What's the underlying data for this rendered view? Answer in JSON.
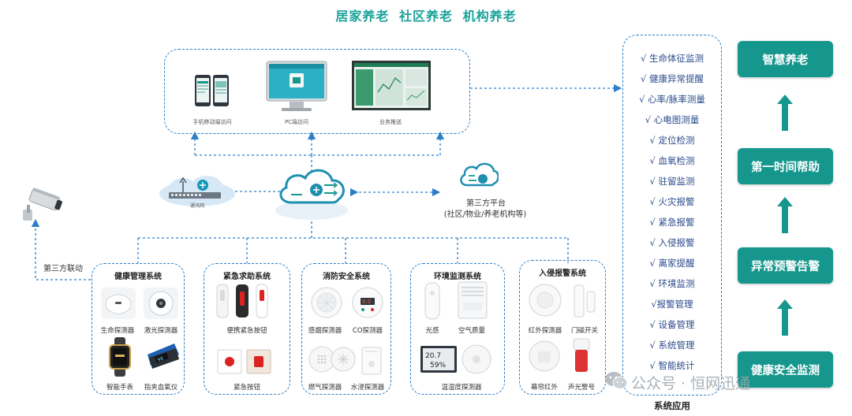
{
  "header": {
    "title": "居家养老  社区养老  机构养老"
  },
  "access": {
    "mobile": "手机移动端访问",
    "pc": "PC端访问",
    "business": "业务推送"
  },
  "network": {
    "switch_caption": "通讯网"
  },
  "third_party": {
    "platform": "第三方平台",
    "platform_sub": "(社区/物业/养老机构等)",
    "linkage": "第三方联动"
  },
  "systems": [
    {
      "title": "健康管理系统",
      "devices": [
        "生命探测器",
        "激光探测器",
        "智能手表",
        "指夹血氧仪"
      ]
    },
    {
      "title": "紧急求助系统",
      "devices": [
        "便携紧急按钮",
        "紧急按钮"
      ]
    },
    {
      "title": "消防安全系统",
      "devices": [
        "感烟探测器",
        "CO探测器",
        "燃气探测器",
        "水浸探测器"
      ]
    },
    {
      "title": "环境监测系统",
      "devices": [
        "光感",
        "空气质量",
        "温湿度探测器"
      ]
    },
    {
      "title": "入侵报警系统",
      "devices": [
        "红外探测器",
        "门磁开关",
        "幕帘红外",
        "声光警号"
      ]
    }
  ],
  "applications": {
    "items": [
      "√ 生命体征监测",
      "√ 健康异常提醒",
      "√ 心率/脉率测量",
      "√ 心电图测量",
      "√ 定位检测",
      "√ 血氧检测",
      "√ 驻留监测",
      "√ 火灾报警",
      "√ 紧急报警",
      "√ 入侵报警",
      "√ 离家提醒",
      "√ 环境监测",
      "√报警管理",
      "√ 设备管理",
      "√ 系统管理",
      "√ 智能统计"
    ],
    "footer": "系统应用"
  },
  "levels": [
    "智慧养老",
    "第一时间帮助",
    "异常预警告警",
    "健康安全监测"
  ],
  "watermark": "公众号 · 恒网迅通",
  "colors": {
    "teal": "#16978e",
    "dash_blue": "#2b7fc9",
    "title": "#1aa29a"
  }
}
